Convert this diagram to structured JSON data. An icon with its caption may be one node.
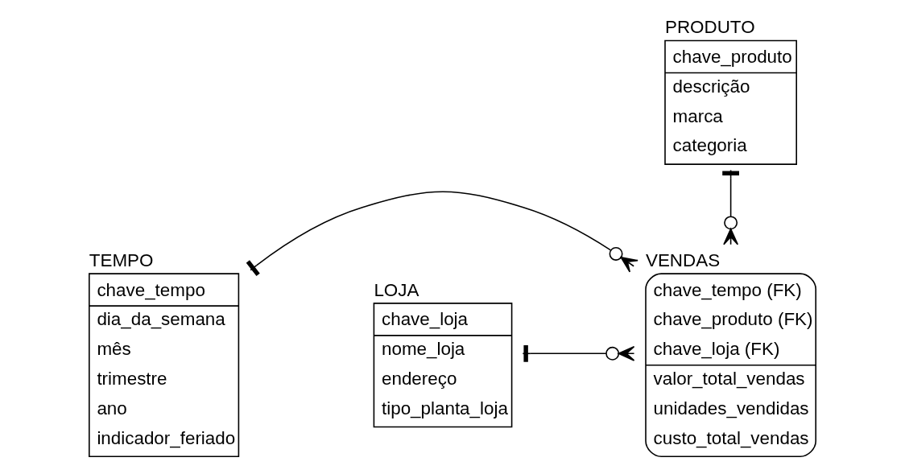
{
  "diagram": {
    "nodes": [
      {
        "text": [
          "PRODUTO",
          "chave_produto",
          "descrição",
          "marca",
          "categoria"
        ]
      },
      {
        "text": [
          "TEMPO",
          "chave_tempo",
          "dia_da_semana",
          "mês",
          "trimestre",
          "ano",
          "indicador_feriado"
        ]
      },
      {
        "text": [
          "VENDAS",
          "chave_tempo (FK)",
          "chave_produto (FK)",
          "chave_loja (FK)",
          "valor_total_vendas",
          "unidades_vendidas",
          "custo_total_vendas"
        ]
      },
      {
        "text": [
          "LOJA",
          "chave_loja",
          "nome_loja",
          "endereço",
          "tipo_planta_loja"
        ]
      }
    ],
    "edges": [
      {
        "from": 0,
        "to": 2,
        "arrow": "other"
      },
      {
        "from": 1,
        "to": 2,
        "arrow": "other"
      },
      {
        "from": 3,
        "to": 2,
        "arrow": "other"
      }
    ]
  }
}
